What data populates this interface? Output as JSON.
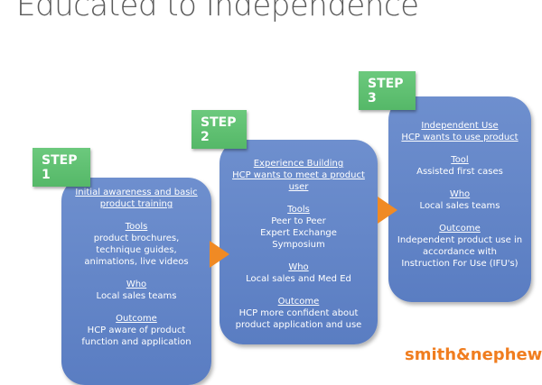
{
  "title": "Educated to Independence",
  "steps": [
    {
      "label": "STEP 1",
      "heading": [
        "Initial awareness and basic",
        "product training"
      ],
      "tools_label": "Tools",
      "tools": [
        "product brochures,",
        "technique guides,",
        "animations, live videos"
      ],
      "who_label": "Who",
      "who": [
        "Local sales teams"
      ],
      "outcome_label": "Outcome",
      "outcome": [
        "HCP aware of product",
        "function and application"
      ]
    },
    {
      "label": "STEP  2",
      "heading": [
        "Experience Building",
        "HCP wants to meet a product",
        "user"
      ],
      "tools_label": "Tools",
      "tools": [
        "Peer to Peer",
        "Expert Exchange",
        "Symposium"
      ],
      "who_label": "Who",
      "who": [
        "Local sales and Med Ed"
      ],
      "outcome_label": "Outcome",
      "outcome": [
        "HCP more confident about",
        "product application and use"
      ]
    },
    {
      "label": "STEP 3",
      "heading": [
        "Independent Use",
        "HCP wants to use product"
      ],
      "tools_label": "Tool",
      "tools": [
        "Assisted first cases"
      ],
      "who_label": "Who",
      "who": [
        "Local sales teams"
      ],
      "outcome_label": "Outcome",
      "outcome": [
        "Independent product use in",
        "accordance with",
        "Instruction  For Use (IFU's)"
      ]
    }
  ],
  "logo": "smith&nephew"
}
